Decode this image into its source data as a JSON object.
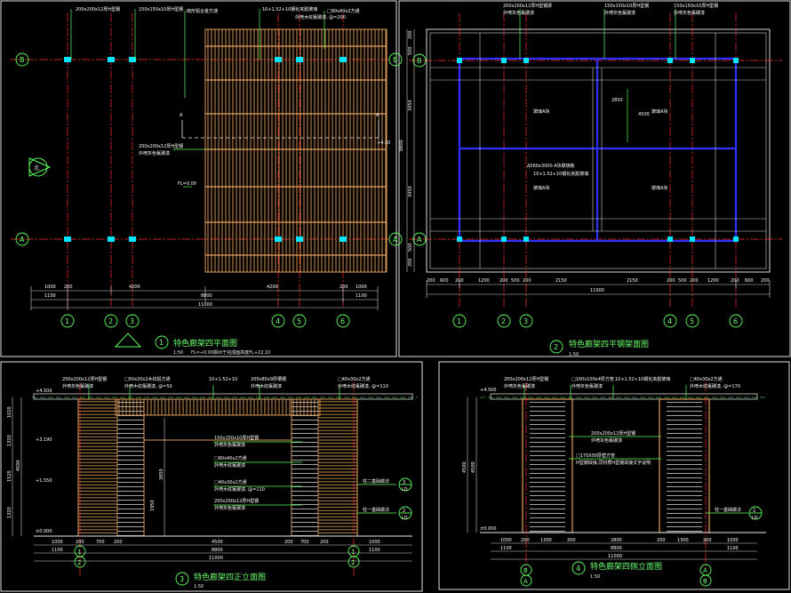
{
  "colors": {
    "background": "#000000",
    "axis": "#ff3030",
    "timber": "#e3a15a",
    "steel_plan": "#3030ff",
    "dimension": "#d0d0d0",
    "grid_bubble": "#5dff5d",
    "leader": "#5dff5d",
    "column_mark": "#00e6ff"
  },
  "plan1": {
    "title": "特色廊架四平面图",
    "number": "1",
    "scale": "1:50",
    "note": "FL=+0.00相对于完成面高度FL+22.10",
    "label_top1": "200x200x12厚H型钢",
    "label_top2": "150x150x10厚H型钢",
    "label_top3": "扇形铝合金方通",
    "label_top4": "10+1.52+10钢化夹胶玻璃",
    "label_top5": "□90x40x2方通",
    "label_top6": "外喷木纹氟碳漆, @=200",
    "label_mid1": "200x200x12厚H型钢",
    "label_mid2": "外喷灰色氟碳漆",
    "elev_a": "+4.50",
    "elev_b": "FL=0.00",
    "grid_rows": [
      "B",
      "A"
    ],
    "grid_cols": [
      "1",
      "2",
      "3",
      "4",
      "5",
      "6"
    ],
    "dims_row1": [
      "1000",
      "200",
      "4200",
      "4200",
      "200",
      "1000"
    ],
    "dims_row2": [
      "1100",
      "8800",
      "1100"
    ],
    "dims_total": "11000",
    "dims_left": [
      "",
      "",
      ""
    ],
    "section_a": "A",
    "north": "北"
  },
  "plan2": {
    "title": "特色廊架四平钢架面图",
    "number": "2",
    "scale": "1:50",
    "label1": "200x200x12厚H型钢梁",
    "label1b": "外喷灰色氟碳漆",
    "label2": "150x150x10厚H型钢",
    "label2b": "外喷灰色氟碳漆",
    "zone": "玻璃A块",
    "center1": "Δ560x3000 A块玻璃板",
    "center2": "10+1.52+10钢化夹胶玻璃",
    "dim_inner": "2850",
    "dim_inner2": "4500",
    "grid_cols": [
      "1",
      "2",
      "3",
      "4",
      "5",
      "6"
    ],
    "grid_rows": [
      "B",
      "A"
    ],
    "dims_row1": [
      "200",
      "600",
      "200",
      "1200",
      "200",
      "500",
      "200",
      "2150",
      "2150",
      "200",
      "500",
      "200",
      "1200",
      "200",
      "600",
      "200"
    ],
    "dims_total": "11000",
    "dims_left": [
      "200",
      "500",
      "3450",
      "3450",
      "500",
      "200"
    ],
    "dims_left_total": "8800"
  },
  "elev3": {
    "title": "特色廊架四正立面图",
    "number": "3",
    "scale": "1:50",
    "top_labels": [
      "200x200x12厚H型钢",
      "外喷灰色氟碳漆",
      "□50x20x2木纹铝方通",
      "外喷木纹氟碳漆, @=50",
      "10+1.52+10",
      "200x80x9厚槽钢",
      "外喷木纹氟碳漆",
      "□40x30x2方通",
      "外喷木纹氟碳漆, @=110"
    ],
    "mid_labels": [
      "150x150x10厚H型钢",
      "外喷灰色氟碳漆",
      "□80x40x2方通",
      "外喷木纹氟碳漆",
      "□40x30x2方通",
      "外喷木纹氟碳漆, @=110",
      "200x200x12厚H型钢",
      "外喷灰色氟碳漆"
    ],
    "right_note1": "柱二基础做法",
    "right_note2": "柱一基础做法",
    "ref_a": "3",
    "ref_a2": "LD",
    "ref_b": "2",
    "ref_b2": "LD",
    "elev_top": "+4.500",
    "elev_mid1": "+3.190",
    "elev_mid2": "+1.550",
    "elev_base": "±0.000",
    "dim_h1": "1020",
    "dim_h2": "1320",
    "dim_h3": "1520",
    "dim_h4": "1320",
    "dim_total": "4500",
    "dim_mid": "3850",
    "dim_low": "1950",
    "dims_row1": [
      "1000",
      "200",
      "700",
      "200",
      "4500",
      "200",
      "700",
      "200",
      "1000"
    ],
    "dims_row2": [
      "1100",
      "8800",
      "1100"
    ],
    "dims_total": "11000",
    "grid": [
      "1",
      "2",
      "1",
      "2"
    ]
  },
  "elev4": {
    "title": "特色廊架四侧立面图",
    "number": "4",
    "scale": "1:50",
    "top_labels": [
      "200x200x12厚H型钢",
      "外喷灰色氟碳漆",
      "□100x100x4厚方管",
      "外喷灰色氟碳漆",
      "10+1.52+10钢化夹胶玻璃",
      "□40x30x2方通",
      "外喷木纹氟碳漆, @=170"
    ],
    "mid_labels": [
      "200x200x12厚H型钢",
      "外喷灰色氟碳漆",
      "□170X50厚壁方管",
      "H型钢焊接,同材质H型钢焊接文字说明"
    ],
    "right_note": "柱一基础做法",
    "ref": "2",
    "ref2": "LD",
    "elev_top": "+4.500",
    "elev_base": "±0.000",
    "dim_h": "4500",
    "dim_h2": "4500",
    "dims_row1": [
      "1000",
      "200",
      "1300",
      "200",
      "2800",
      "200",
      "1300",
      "200",
      "1000"
    ],
    "dims_row2": [
      "1100",
      "8800",
      "1100"
    ],
    "dims_total": "11000",
    "grid": [
      "B",
      "A",
      "A",
      "B"
    ]
  }
}
